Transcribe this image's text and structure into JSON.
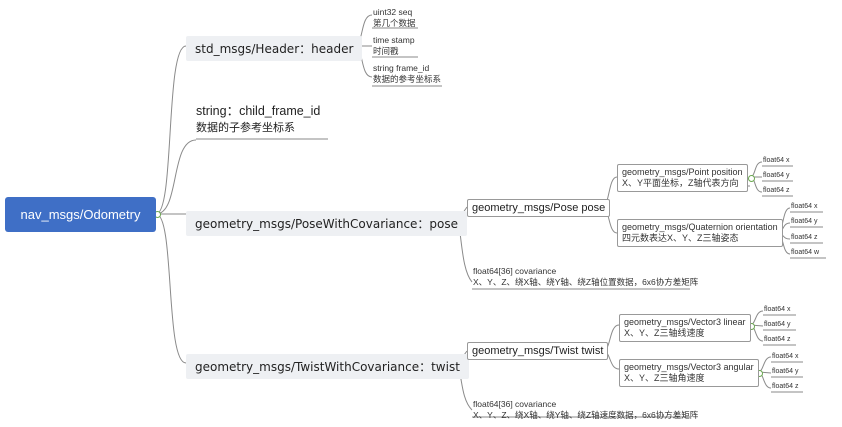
{
  "root": {
    "label": "nav_msgs/Odometry"
  },
  "header": {
    "label": "std_msgs/Header：header",
    "children": [
      {
        "line1": "uint32 seq",
        "line2": "第几个数据"
      },
      {
        "line1": "time stamp",
        "line2": "时间戳"
      },
      {
        "line1": "string frame_id",
        "line2": "数据的参考坐标系"
      }
    ]
  },
  "child_frame": {
    "line1": "string：child_frame_id",
    "line2": "数据的子参考坐标系"
  },
  "pose": {
    "label": "geometry_msgs/PoseWithCovariance：pose",
    "pose_node": "geometry_msgs/Pose pose",
    "position": {
      "line1": "geometry_msgs/Point position",
      "line2": "X、Y平面坐标，Z轴代表方向",
      "fields": [
        "float64 x",
        "float64 y",
        "float64 z"
      ]
    },
    "orientation": {
      "line1": "geometry_msgs/Quaternion orientation",
      "line2": "四元数表达X、Y、Z三轴姿态",
      "fields": [
        "float64 x",
        "float64 y",
        "float64 z",
        "float64 w"
      ]
    },
    "covariance": {
      "line1": "float64[36] covariance",
      "line2": "X、Y、Z、绕X轴、绕Y轴、绕Z轴位置数据，6x6协方差矩阵"
    }
  },
  "twist": {
    "label": "geometry_msgs/TwistWithCovariance：twist",
    "twist_node": "geometry_msgs/Twist twist",
    "linear": {
      "line1": "geometry_msgs/Vector3 linear",
      "line2": "X、Y、Z三轴线速度",
      "fields": [
        "float64 x",
        "float64 y",
        "float64 z"
      ]
    },
    "angular": {
      "line1": "geometry_msgs/Vector3 angular",
      "line2": "X、Y、Z三轴角速度",
      "fields": [
        "float64 x",
        "float64 y",
        "float64 z"
      ]
    },
    "covariance": {
      "line1": "float64[36] covariance",
      "line2": "X、Y、Z、绕X轴、绕Y轴、绕Z轴速度数据，6x6协方差矩阵"
    }
  },
  "colors": {
    "root_bg": "#3f6fc6",
    "line": "#888888",
    "connector_dot": "#6aa84f"
  }
}
